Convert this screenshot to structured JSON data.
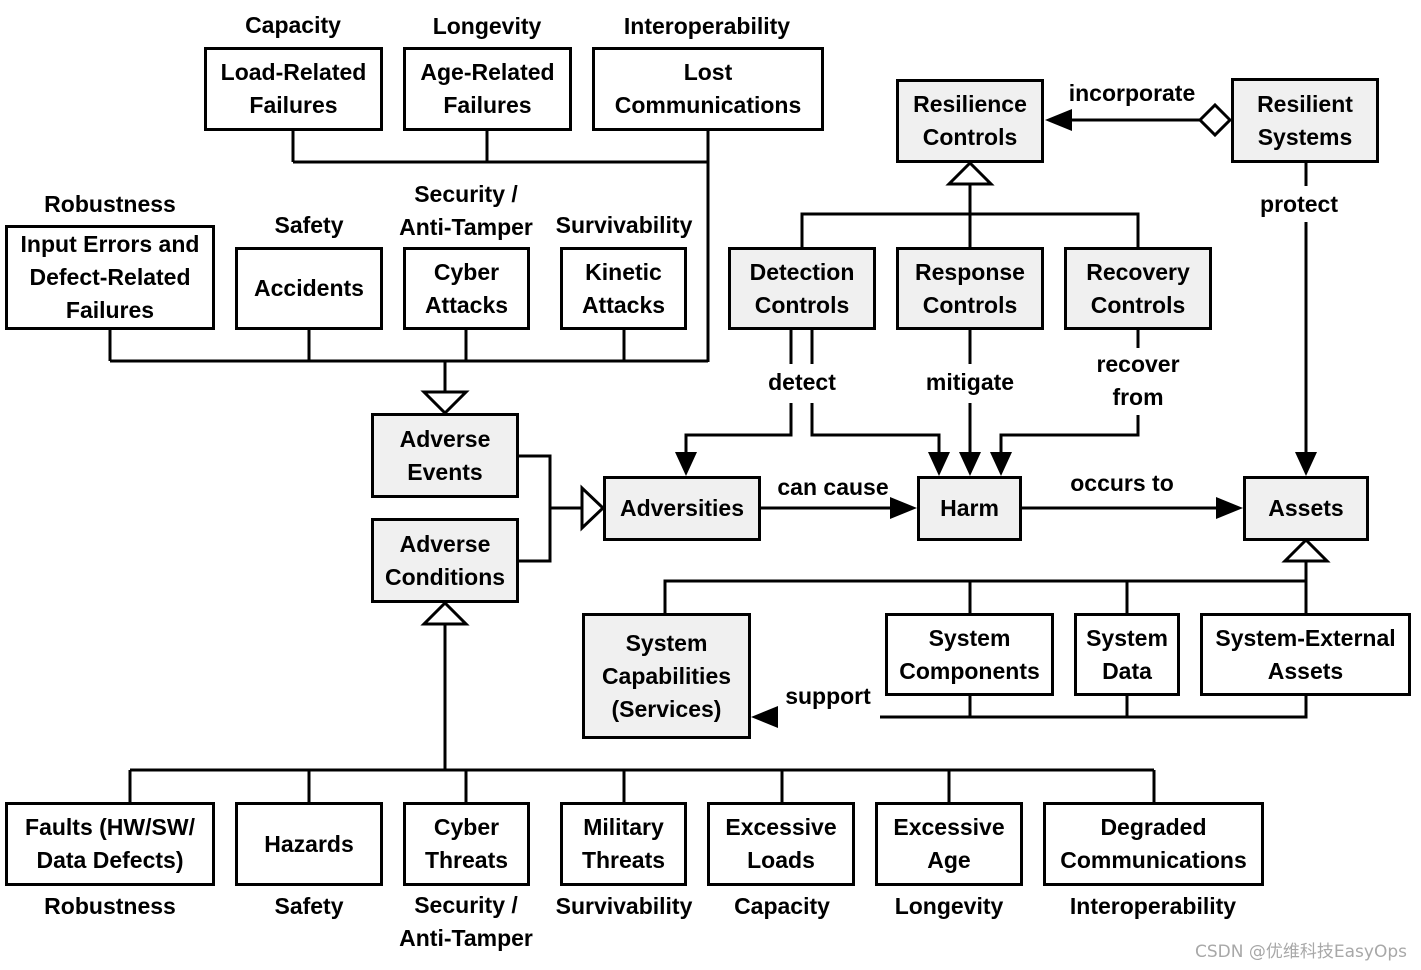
{
  "boxes": {
    "load_related": "Load-Related\nFailures",
    "age_related": "Age-Related\nFailures",
    "lost_comms": "Lost\nCommunications",
    "input_errors": "Input Errors and\nDefect-Related\nFailures",
    "accidents": "Accidents",
    "cyber_attacks": "Cyber\nAttacks",
    "kinetic_attacks": "Kinetic\nAttacks",
    "adverse_events": "Adverse\nEvents",
    "adverse_conditions": "Adverse\nConditions",
    "adversities": "Adversities",
    "harm": "Harm",
    "assets": "Assets",
    "resilience_controls": "Resilience\nControls",
    "resilient_systems": "Resilient\nSystems",
    "detection_controls": "Detection\nControls",
    "response_controls": "Response\nControls",
    "recovery_controls": "Recovery\nControls",
    "system_capabilities": "System\nCapabilities\n(Services)",
    "system_components": "System\nComponents",
    "system_data": "System\nData",
    "system_external": "System-External\nAssets",
    "faults": "Faults (HW/SW/\nData Defects)",
    "hazards": "Hazards",
    "cyber_threats": "Cyber\nThreats",
    "military_threats": "Military\nThreats",
    "excessive_loads": "Excessive\nLoads",
    "excessive_age": "Excessive\nAge",
    "degraded_comms": "Degraded\nCommunications"
  },
  "category_labels": {
    "capacity_top": "Capacity",
    "longevity_top": "Longevity",
    "interoperability_top": "Interoperability",
    "robustness_top": "Robustness",
    "safety_top": "Safety",
    "security_top": "Security /\nAnti-Tamper",
    "survivability_top": "Survivability",
    "robustness_bottom": "Robustness",
    "safety_bottom": "Safety",
    "security_bottom": "Security /\nAnti-Tamper",
    "survivability_bottom": "Survivability",
    "capacity_bottom": "Capacity",
    "longevity_bottom": "Longevity",
    "interoperability_bottom": "Interoperability"
  },
  "relation_labels": {
    "incorporate": "incorporate",
    "protect": "protect",
    "detect": "detect",
    "mitigate": "mitigate",
    "recover_from": "recover\nfrom",
    "can_cause": "can cause",
    "occurs_to": "occurs to",
    "support": "support"
  },
  "watermark": "CSDN @优维科技EasyOps",
  "colors": {
    "box_gray": "#f0f0f0",
    "line": "#000000",
    "watermark": "#a8a8a8"
  }
}
